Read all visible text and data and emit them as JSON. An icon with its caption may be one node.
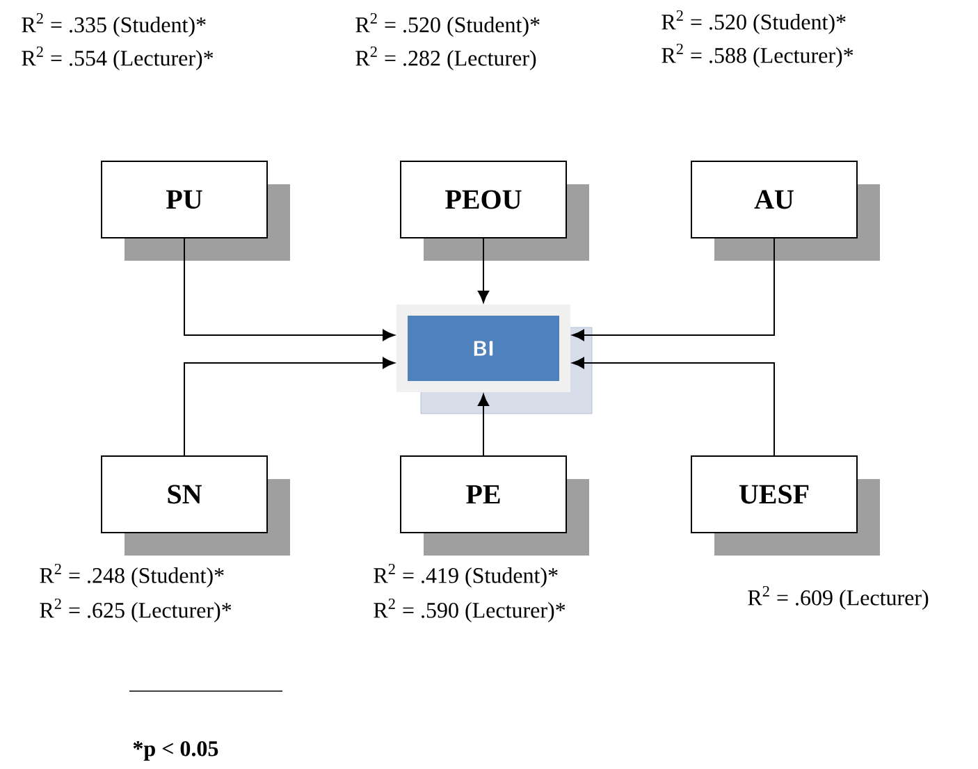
{
  "diagram": {
    "nodes": [
      {
        "text": [
          "PU"
        ]
      },
      {
        "text": [
          "PEOU"
        ]
      },
      {
        "text": [
          "AU"
        ]
      },
      {
        "text": [
          "BI"
        ]
      },
      {
        "text": [
          "SN"
        ]
      },
      {
        "text": [
          "PE"
        ]
      },
      {
        "text": [
          "UESF"
        ]
      }
    ],
    "edges": [
      {
        "from": 0,
        "to": 3,
        "arrow": "to"
      },
      {
        "from": 1,
        "to": 3,
        "arrow": "to"
      },
      {
        "from": 2,
        "to": 3,
        "arrow": "to"
      },
      {
        "from": 4,
        "to": 3,
        "arrow": "to"
      },
      {
        "from": 5,
        "to": 3,
        "arrow": "to"
      },
      {
        "from": 6,
        "to": 3,
        "arrow": "to"
      }
    ],
    "labels": [
      "R$^{2}$ = .335 (Student)*",
      "R$^{2}$ = .554 (Lecturer)*",
      "R$^{2}$ = .520 (Student)*",
      "R$^{2}$ = .282 (Lecturer)",
      "R$^{2}$ = .520 (Student)*",
      "R$^{2}$ = .588 (Lecturer)*",
      "R$^{2}$ = .248 (Student)*",
      "R$^{2}$ = .625 (Lecturer)*",
      "R$^{2}$ = .419 (Student)*",
      "R$^{2}$ = .590 (Lecturer)*",
      "R$^{2}$ = .609 (Lecturer)",
      "*p < 0.05"
    ]
  }
}
